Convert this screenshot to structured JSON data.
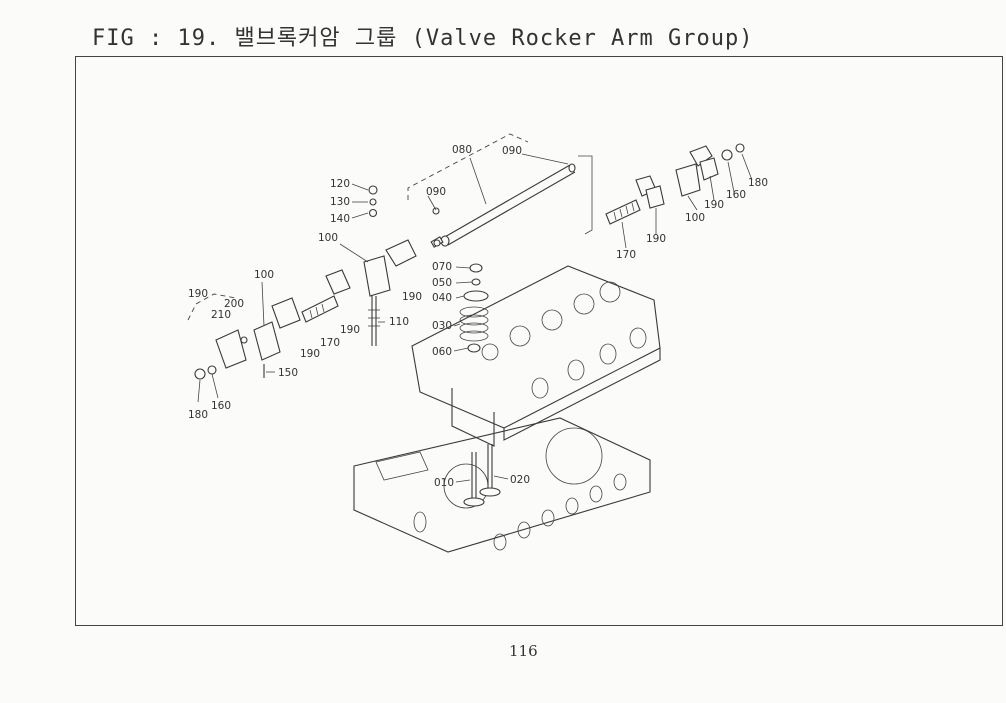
{
  "figure": {
    "title": "FIG : 19. 밸브록커암 그룹 (Valve Rocker Arm Group)"
  },
  "page": {
    "number": "116"
  },
  "diagram": {
    "callouts": [
      {
        "id": "c080",
        "text": "080"
      },
      {
        "id": "c090a",
        "text": "090"
      },
      {
        "id": "c090b",
        "text": "090"
      },
      {
        "id": "c120",
        "text": "120"
      },
      {
        "id": "c130",
        "text": "130"
      },
      {
        "id": "c140",
        "text": "140"
      },
      {
        "id": "c100a",
        "text": "100"
      },
      {
        "id": "c100b",
        "text": "100"
      },
      {
        "id": "c100c",
        "text": "100"
      },
      {
        "id": "c190a",
        "text": "190"
      },
      {
        "id": "c190b",
        "text": "190"
      },
      {
        "id": "c190c",
        "text": "190"
      },
      {
        "id": "c190d",
        "text": "190"
      },
      {
        "id": "c190e",
        "text": "190"
      },
      {
        "id": "c190f",
        "text": "190"
      },
      {
        "id": "c200",
        "text": "200"
      },
      {
        "id": "c210",
        "text": "210"
      },
      {
        "id": "c170a",
        "text": "170"
      },
      {
        "id": "c170b",
        "text": "170"
      },
      {
        "id": "c110",
        "text": "110"
      },
      {
        "id": "c150",
        "text": "150"
      },
      {
        "id": "c160a",
        "text": "160"
      },
      {
        "id": "c160b",
        "text": "160"
      },
      {
        "id": "c180a",
        "text": "180"
      },
      {
        "id": "c180b",
        "text": "180"
      },
      {
        "id": "c070",
        "text": "070"
      },
      {
        "id": "c050",
        "text": "050"
      },
      {
        "id": "c040",
        "text": "040"
      },
      {
        "id": "c030",
        "text": "030"
      },
      {
        "id": "c060",
        "text": "060"
      },
      {
        "id": "c010",
        "text": "010"
      },
      {
        "id": "c020",
        "text": "020"
      }
    ]
  }
}
